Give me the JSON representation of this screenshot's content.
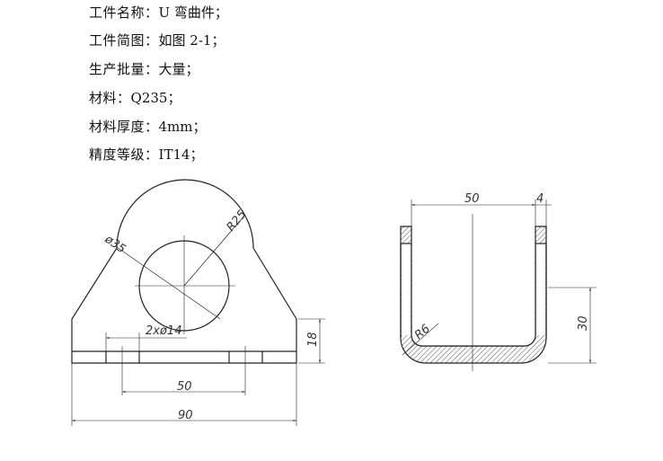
{
  "specs": [
    {
      "label": "工件名称：",
      "value": "U 弯曲件；"
    },
    {
      "label": "工件简图：",
      "value": "如图 2-1；"
    },
    {
      "label": "生产批量：",
      "value": "大量；"
    },
    {
      "label": "材料：",
      "value": "Q235；"
    },
    {
      "label": "材料厚度：",
      "value": "4mm；"
    },
    {
      "label": "精度等级：",
      "value": "IT14；"
    }
  ],
  "drawing": {
    "front_view": {
      "dia_hole": "ø35",
      "radius_top": "R25",
      "small_holes": "2xø14",
      "hole_spacing": "50",
      "height_base": "18",
      "overall_width": "90"
    },
    "side_view": {
      "inner_width": "50",
      "thickness": "4",
      "inner_radius": "R6",
      "height": "30"
    }
  }
}
